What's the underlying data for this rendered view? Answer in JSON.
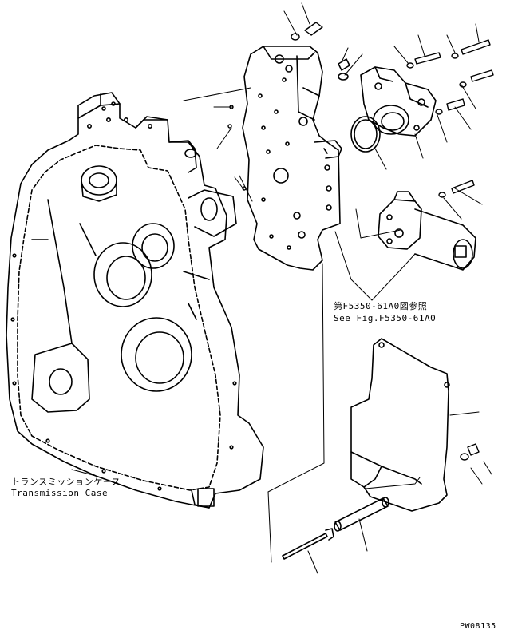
{
  "labels": {
    "reference_jp": "第F5350-61A0図参照",
    "reference_en": "See Fig.F5350-61A0",
    "case_jp": "トランスミッションケース",
    "case_en": "Transmission Case",
    "figure_code": "PW08135"
  },
  "parts": {
    "transmission_case": "transmission-case",
    "valve_plate": "valve-plate",
    "pump_assembly": "pump-assembly",
    "solenoid_valve": "solenoid-valve",
    "cover": "cover",
    "pipe": "pipe",
    "stud_bolt": "stud-bolt"
  },
  "colors": {
    "line": "#000000",
    "background": "#ffffff"
  }
}
